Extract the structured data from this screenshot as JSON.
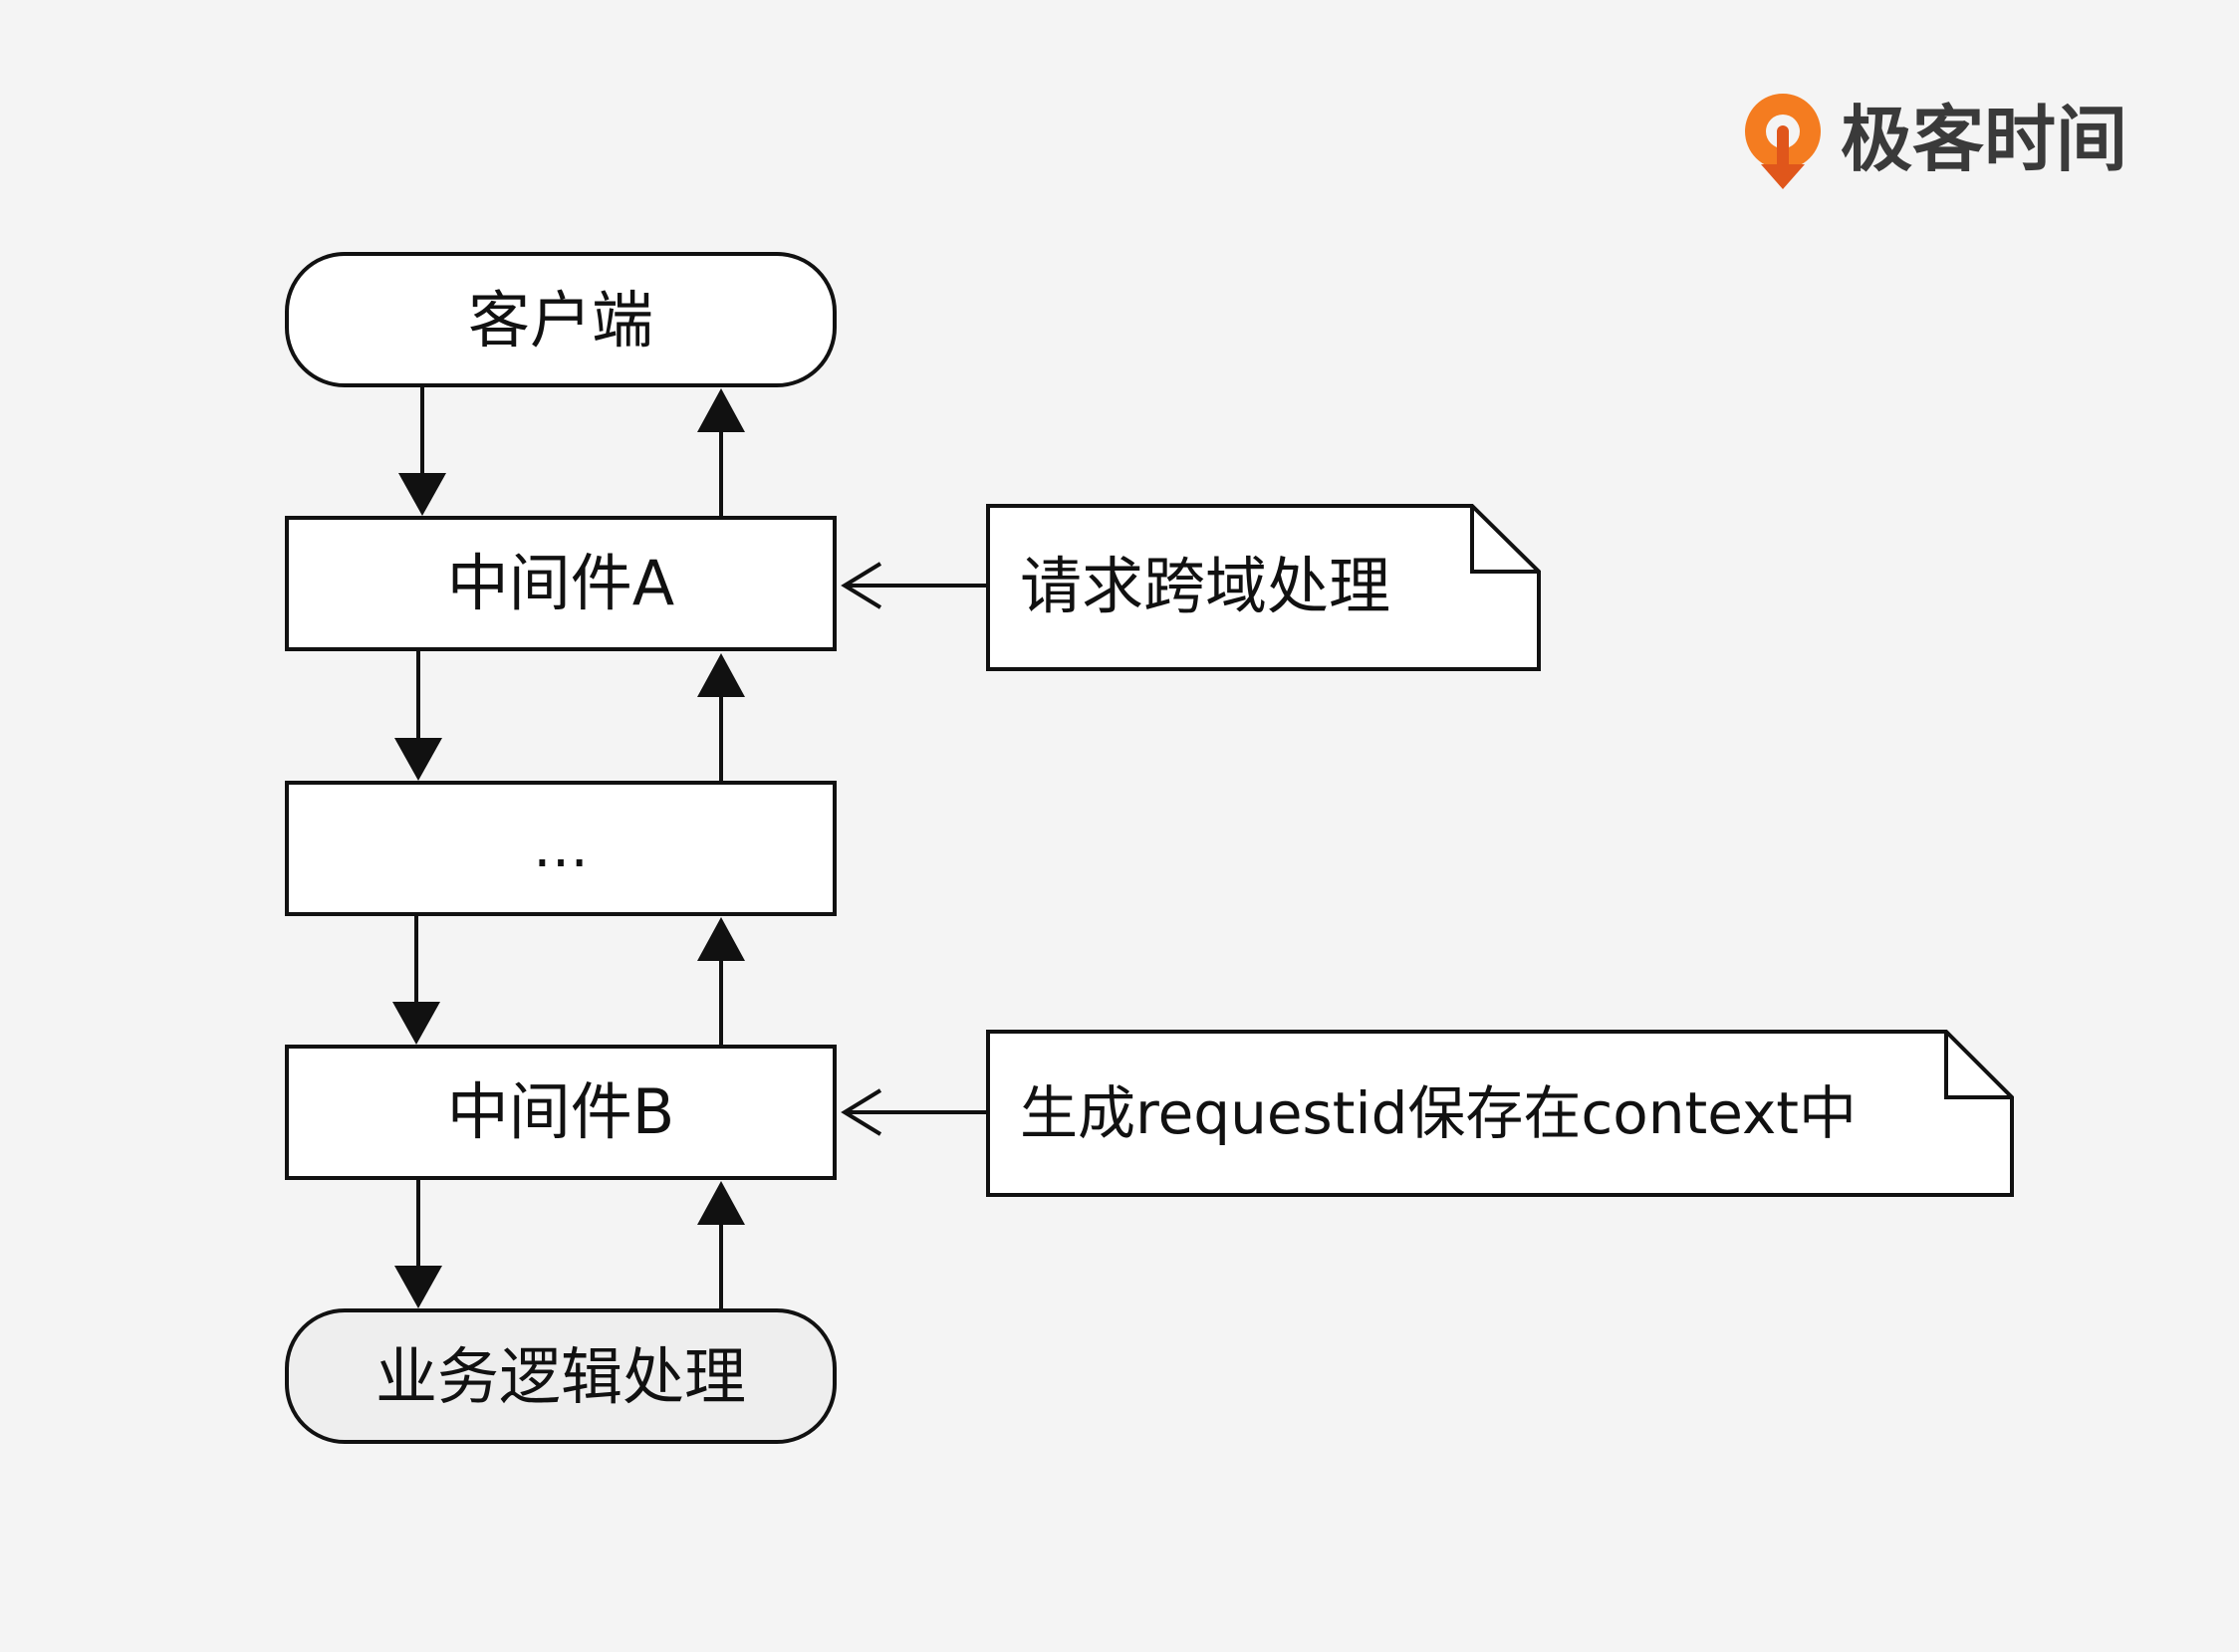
{
  "brand": {
    "name": "极客时间",
    "icon": "geektime-logo-icon",
    "colors": {
      "orange": "#f47c20",
      "orange_dark": "#e0561b",
      "text": "#3a3a3a"
    }
  },
  "diagram": {
    "nodes": {
      "client": "客户端",
      "middleware_a": "中间件A",
      "ellipsis": "…",
      "middleware_b": "中间件B",
      "business": "业务逻辑处理"
    },
    "notes": {
      "note_a": "请求跨域处理",
      "note_b": "生成requestid保存在context中"
    }
  }
}
